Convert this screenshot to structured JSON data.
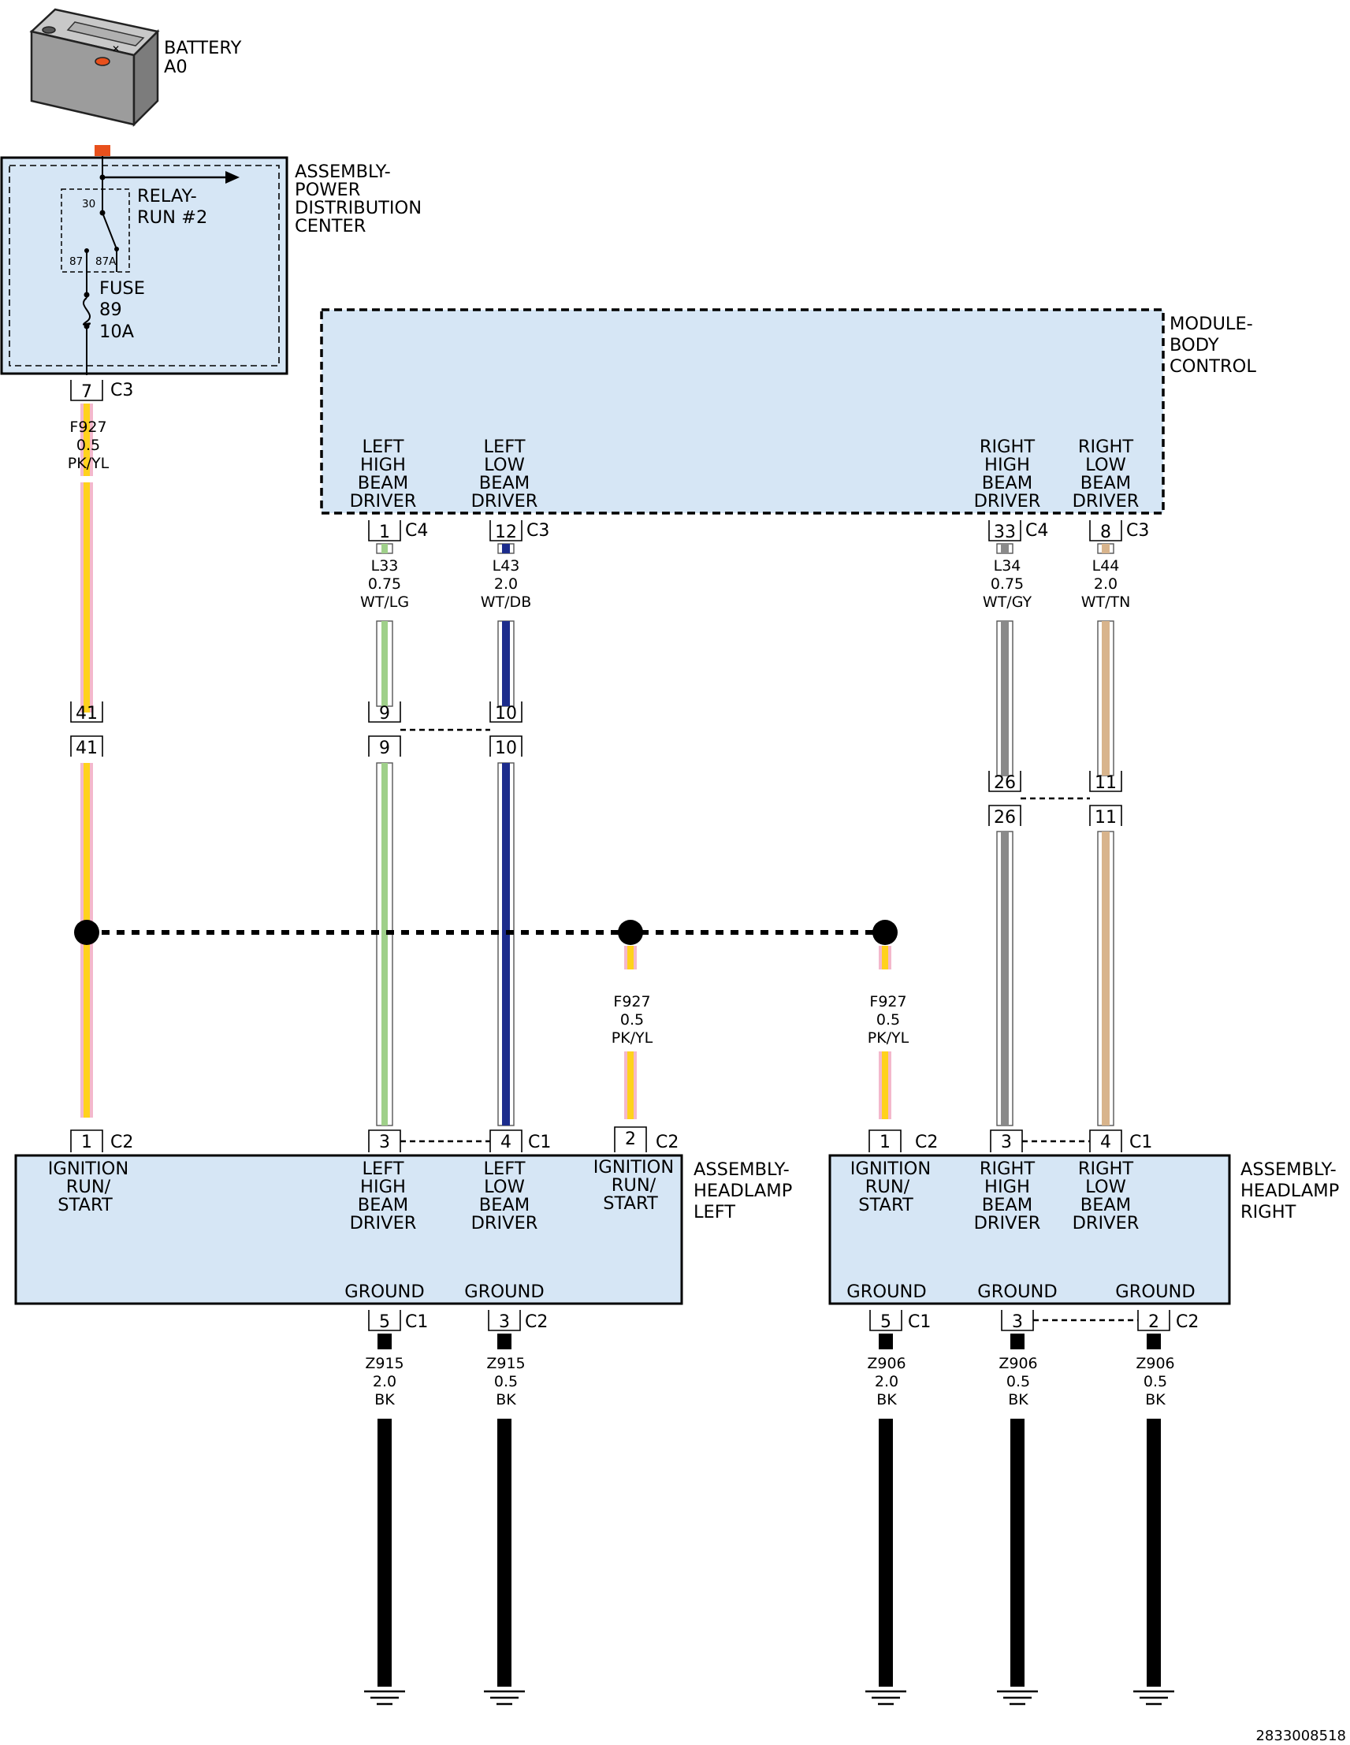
{
  "battery": {
    "name": "BATTERY",
    "id": "A0"
  },
  "pdc": {
    "title": [
      "ASSEMBLY-",
      "POWER",
      "DISTRIBUTION",
      "CENTER"
    ],
    "relay": {
      "name": "RELAY-",
      "number": "RUN #2",
      "pin30": "30",
      "pin87": "87",
      "pin87a": "87A"
    },
    "fuse": {
      "name": "FUSE",
      "number": "89",
      "rating": "10A"
    },
    "connector": {
      "pin": "7",
      "name": "C3"
    }
  },
  "bcm": {
    "title": [
      "MODULE-",
      "BODY",
      "CONTROL"
    ],
    "outputs": [
      {
        "label": [
          "LEFT",
          "HIGH",
          "BEAM",
          "DRIVER"
        ],
        "pin": "1",
        "connector": "C4",
        "wire": [
          "L33",
          "0.75",
          "WT/LG"
        ]
      },
      {
        "label": [
          "LEFT",
          "LOW",
          "BEAM",
          "DRIVER"
        ],
        "pin": "12",
        "connector": "C3",
        "wire": [
          "L43",
          "2.0",
          "WT/DB"
        ]
      },
      {
        "label": [
          "RIGHT",
          "HIGH",
          "BEAM",
          "DRIVER"
        ],
        "pin": "33",
        "connector": "C4",
        "wire": [
          "L34",
          "0.75",
          "WT/GY"
        ]
      },
      {
        "label": [
          "RIGHT",
          "LOW",
          "BEAM",
          "DRIVER"
        ],
        "pin": "8",
        "connector": "C3",
        "wire": [
          "L44",
          "2.0",
          "WT/TN"
        ]
      }
    ]
  },
  "feed_wire": [
    "F927",
    "0.5",
    "PK/YL"
  ],
  "inline": {
    "feed": "41",
    "left_high": "9",
    "left_low": "10",
    "right_high": "26",
    "right_low": "11"
  },
  "splice_wires": [
    [
      "F927",
      "0.5",
      "PK/YL"
    ],
    [
      "F927",
      "0.5",
      "PK/YL"
    ]
  ],
  "headlamp_left": {
    "title": [
      "ASSEMBLY-",
      "HEADLAMP",
      "LEFT"
    ],
    "pins": [
      {
        "pin": "1",
        "connector": "C2",
        "label": [
          "IGNITION",
          "RUN/",
          "START"
        ]
      },
      {
        "pin": "3",
        "connector": "",
        "label": [
          "LEFT",
          "HIGH",
          "BEAM",
          "DRIVER"
        ]
      },
      {
        "pin": "4",
        "connector": "C1",
        "label": [
          "LEFT",
          "LOW",
          "BEAM",
          "DRIVER"
        ]
      },
      {
        "pin": "2",
        "connector": "C2",
        "label": [
          "IGNITION",
          "RUN/",
          "START"
        ]
      }
    ],
    "grounds": [
      {
        "label": "GROUND",
        "pin": "5",
        "connector": "C1",
        "wire": [
          "Z915",
          "2.0",
          "BK"
        ]
      },
      {
        "label": "GROUND",
        "pin": "3",
        "connector": "C2",
        "wire": [
          "Z915",
          "0.5",
          "BK"
        ]
      }
    ]
  },
  "headlamp_right": {
    "title": [
      "ASSEMBLY-",
      "HEADLAMP",
      "RIGHT"
    ],
    "pins": [
      {
        "pin": "1",
        "connector": "C2",
        "label": [
          "IGNITION",
          "RUN/",
          "START"
        ]
      },
      {
        "pin": "3",
        "connector": "",
        "label": [
          "RIGHT",
          "HIGH",
          "BEAM",
          "DRIVER"
        ]
      },
      {
        "pin": "4",
        "connector": "C1",
        "label": [
          "RIGHT",
          "LOW",
          "BEAM",
          "DRIVER"
        ]
      }
    ],
    "grounds": [
      {
        "label": "GROUND",
        "pin": "5",
        "connector": "C1",
        "wire": [
          "Z906",
          "2.0",
          "BK"
        ]
      },
      {
        "label": "GROUND",
        "pin": "3",
        "connector": "",
        "wire": [
          "Z906",
          "0.5",
          "BK"
        ]
      },
      {
        "label": "GROUND",
        "pin": "2",
        "connector": "C2",
        "wire": [
          "Z906",
          "0.5",
          "BK"
        ]
      }
    ]
  },
  "drawing_id": "2833008518",
  "colors": {
    "module_fill": "#d6e6f5",
    "pink": "#f4b8cc",
    "yellow": "#ffd21c",
    "light_green": "#9fd08a",
    "dark_blue": "#1c2c8c",
    "gray": "#8a8a8a",
    "tan": "#d8b48c",
    "battery_terminal": "#e8501c"
  }
}
